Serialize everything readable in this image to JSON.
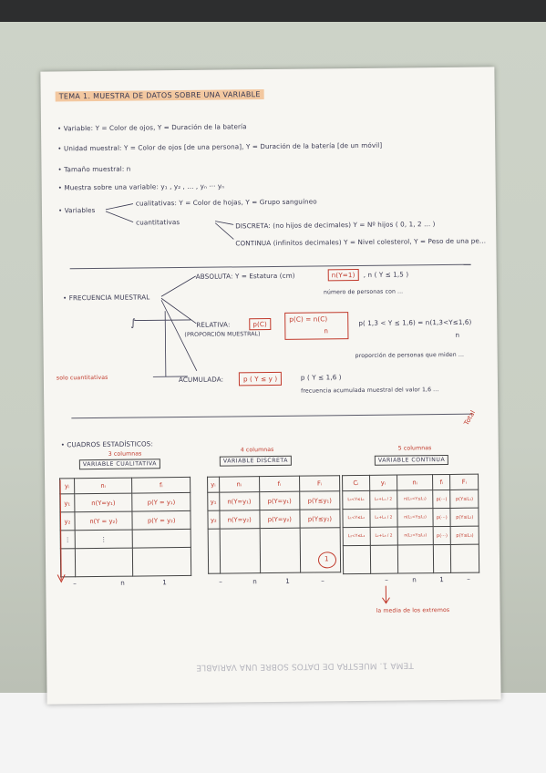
{
  "page": {
    "title": "TEMA 1. MUESTRA DE DATOS SOBRE UNA VARIABLE",
    "definitions": [
      "• Variable:   Y = Color de ojos,   Y = Duración de la batería",
      "• Unidad muestral:  Y = Color de ojos [de una persona],  Y = Duración de la batería  [de un móvil]",
      "• Tamaño muestral:  n",
      "• Muestra sobre una variable:  y₁ , y₂ , ... , yₙ    ···  yₙ"
    ],
    "variables": {
      "label": "• Variables",
      "cualitativas": "cualitativas:  Y = Color de hojas,  Y = Grupo sanguíneo",
      "cuantitativas": "cuantitativas",
      "discreta": "DISCRETA:  (no hijos de decimales)  Y = Nº hijos  ( 0, 1, 2 ... )",
      "continua": "CONTINUA  (infinitos decimales)  Y = Nivel colesterol,  Y = Peso de una pe..."
    },
    "frecuencia": {
      "label": "• FRECUENCIA MUESTRAL",
      "absoluta": "ABSOLUTA:   Y = Estatura (cm)",
      "absoluta_box": "n(Y=1)",
      "absoluta_extra": ",  n ( Y ≤ 1,5 )",
      "absoluta_note": "número de personas con ...",
      "relativa": "RELATIVA:",
      "relativa_sub": "(PROPORCIÓN MUESTRAL)",
      "relativa_box1": "p(C)",
      "relativa_box2_num": "p(C) = n(C)",
      "relativa_box2_den": "n",
      "relativa_formula": "p( 1,3 < Y ≤ 1,6) = n(1,3<Y≤1,6)",
      "relativa_formula_den": "n",
      "relativa_note": "proporción de personas que miden ...",
      "acumulada": "ACUMULADA:",
      "acumulada_box": "p ( Y ≤ y )",
      "acumulada_formula": "p ( Y ≤ 1,6 )",
      "acumulada_note": "frecuencia acumulada muestral del valor 1,6 ...",
      "left_symbol": "∫",
      "left_note": "solo cuantitativas"
    },
    "cuadros": {
      "label": "• CUADROS ESTADÍSTICOS:",
      "side_note": "Total",
      "bottom_note": "la media de los extremos",
      "t1": {
        "cols_note": "3 columnas",
        "title": "VARIABLE  CUALITATIVA",
        "headers": [
          "yᵢ",
          "nᵢ",
          "fᵢ"
        ],
        "rows": [
          [
            "y₁",
            "n(Y=y₁)",
            "p(Y = y₁)"
          ],
          [
            "y₂",
            "n(Y = y₂)",
            "p(Y = y₂)"
          ],
          [
            "⋮",
            "⋮",
            ""
          ]
        ],
        "totals": [
          "–",
          "n",
          "1"
        ]
      },
      "t2": {
        "cols_note": "4 columnas",
        "title": "VARIABLE  DISCRETA",
        "headers": [
          "yᵢ",
          "nᵢ",
          "fᵢ",
          "Fᵢ"
        ],
        "rows": [
          [
            "y₁",
            "n(Y=y₁)",
            "p(Y=y₁)",
            "p(Y≤y₁)"
          ],
          [
            "y₂",
            "n(Y=y₂)",
            "p(Y=y₂)",
            "p(Y≤y₂)"
          ],
          [
            "",
            "",
            "",
            ""
          ]
        ],
        "totals": [
          "–",
          "n",
          "1",
          "–"
        ],
        "circled": "1"
      },
      "t3": {
        "cols_note": "5 columnas",
        "title": "VARIABLE  CONTINUA",
        "headers": [
          "Cᵢ",
          "yᵢ",
          "nᵢ",
          "fᵢ",
          "Fᵢ"
        ],
        "rows": [
          [
            "L₀<Y≤L₁",
            "L₀+L₁ / 2",
            "n(L₀<Y≤L₁)",
            "p(···)",
            "p(Y≤L₁)"
          ],
          [
            "L₁<Y≤L₂",
            "L₁+L₂ / 2",
            "n(L₁<Y≤L₂)",
            "p(···)",
            "p(Y≤L₂)"
          ],
          [
            "L₂<Y≤L₃",
            "L₂+L₃ / 2",
            "n(L₂<Y≤L₃)",
            "p(···)",
            "p(Y≤L₃)"
          ]
        ],
        "totals": [
          "",
          "–",
          "n",
          "1",
          "–"
        ]
      }
    },
    "bleed_through": "TEMA 1. MUESTRA DE DATOS SOBRE UNA VARIABLE"
  },
  "colors": {
    "ink": "#3a3a52",
    "red_ink": "#c1392b",
    "highlight": "#f3c8a0",
    "paper": "#f7f6f2"
  }
}
